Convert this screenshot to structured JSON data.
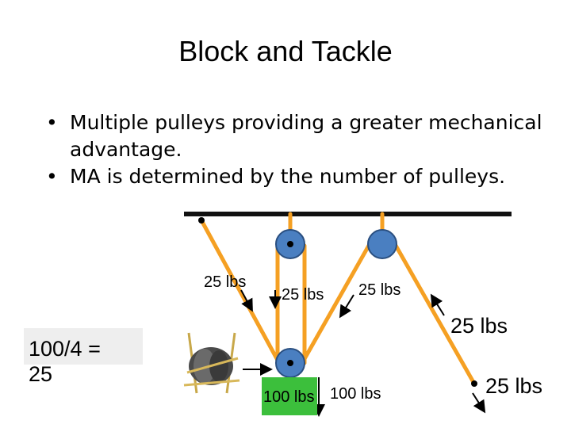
{
  "title": "Block and Tackle",
  "bullets": [
    {
      "marker": "•",
      "text": "Multiple pulleys providing a greater mechanical advantage."
    },
    {
      "marker": "•",
      "text": "MA is determined by the number of pulleys."
    }
  ],
  "calc_box": {
    "text": "100/4 =\n25"
  },
  "labels": {
    "force_1": "25 lbs",
    "force_2": "25 lbs",
    "force_3": "25 lbs",
    "force_4": "25 lbs",
    "force_5": "25 lbs",
    "load_1": "100 lbs",
    "load_2": "100 lbs"
  },
  "colors": {
    "rope": "#f5a023",
    "pulley": "#4a7fc1",
    "beam": "#111111",
    "weight": "#3cbf3c"
  }
}
